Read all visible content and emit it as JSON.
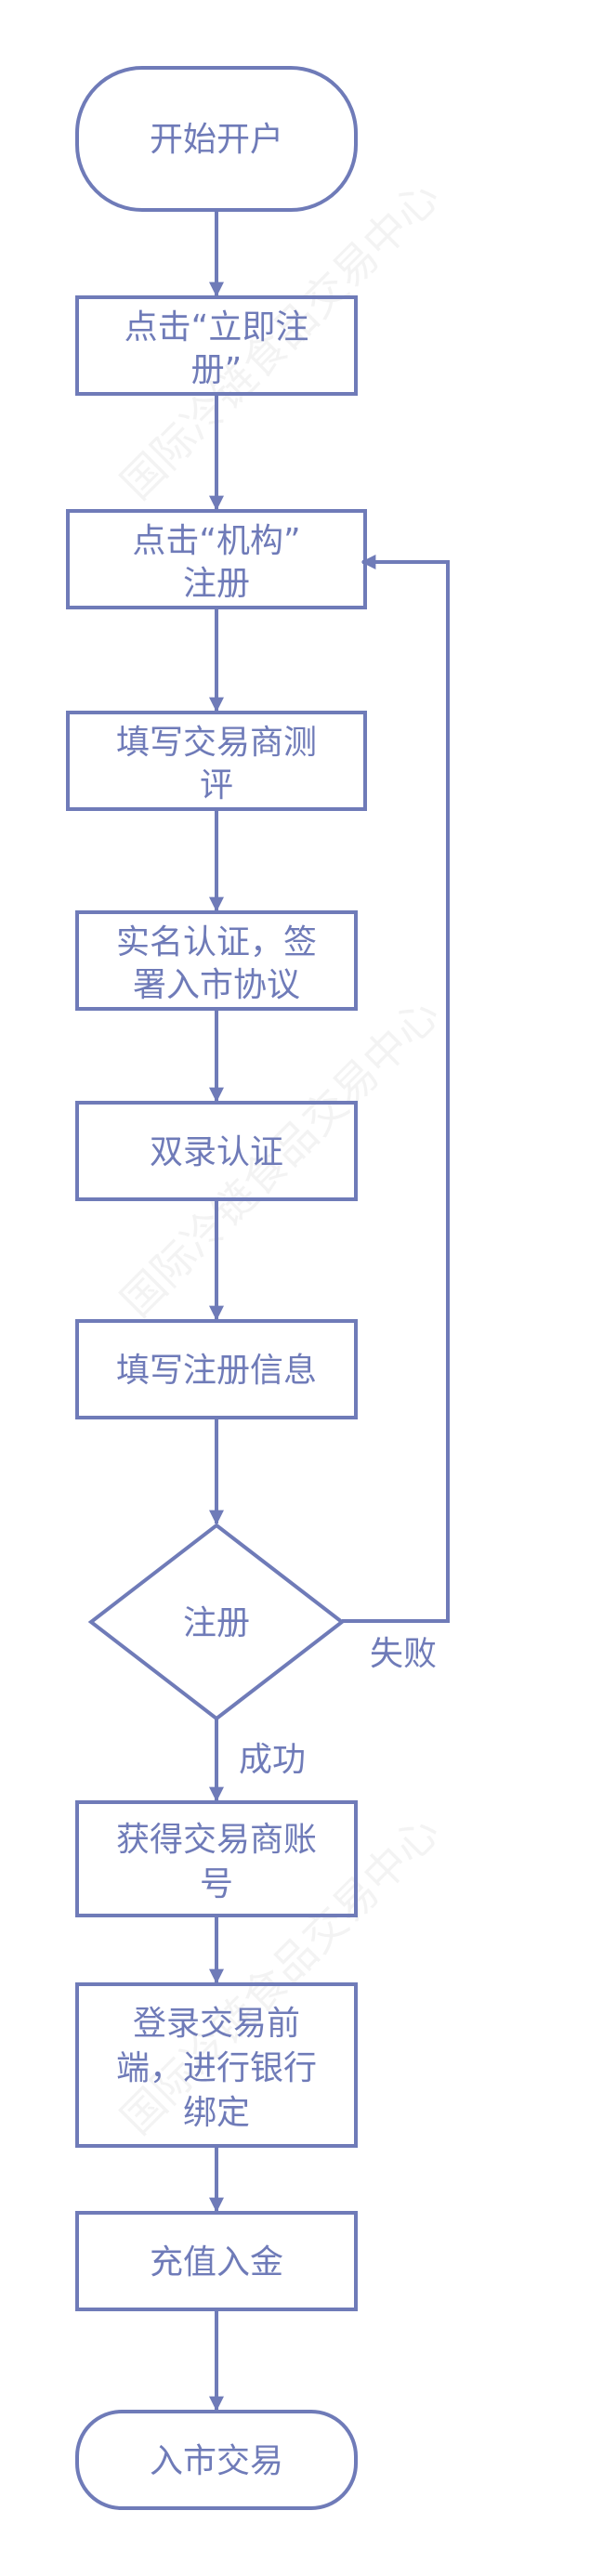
{
  "diagram": {
    "type": "flowchart",
    "nodes": {
      "start": "开始开户",
      "click_register": [
        "点击“立即注",
        "册”"
      ],
      "click_institution": [
        "点击“机构”",
        "注册"
      ],
      "assessment": [
        "填写交易商测",
        "评"
      ],
      "real_name": [
        "实名认证，签",
        "署入市协议"
      ],
      "dual_record": "双录认证",
      "fill_info": "填写注册信息",
      "decision": "注册",
      "get_account": [
        "获得交易商账",
        "号"
      ],
      "login_bind": [
        "登录交易前",
        "端，进行银行",
        "绑定"
      ],
      "deposit": "充值入金",
      "end": "入市交易"
    },
    "edge_labels": {
      "fail": "失败",
      "success": "成功"
    },
    "watermark": "国际冷链食品交易中心"
  },
  "colors": {
    "stroke": "#6f7bb8",
    "text": "#6f7bb8",
    "background": "#ffffff"
  }
}
